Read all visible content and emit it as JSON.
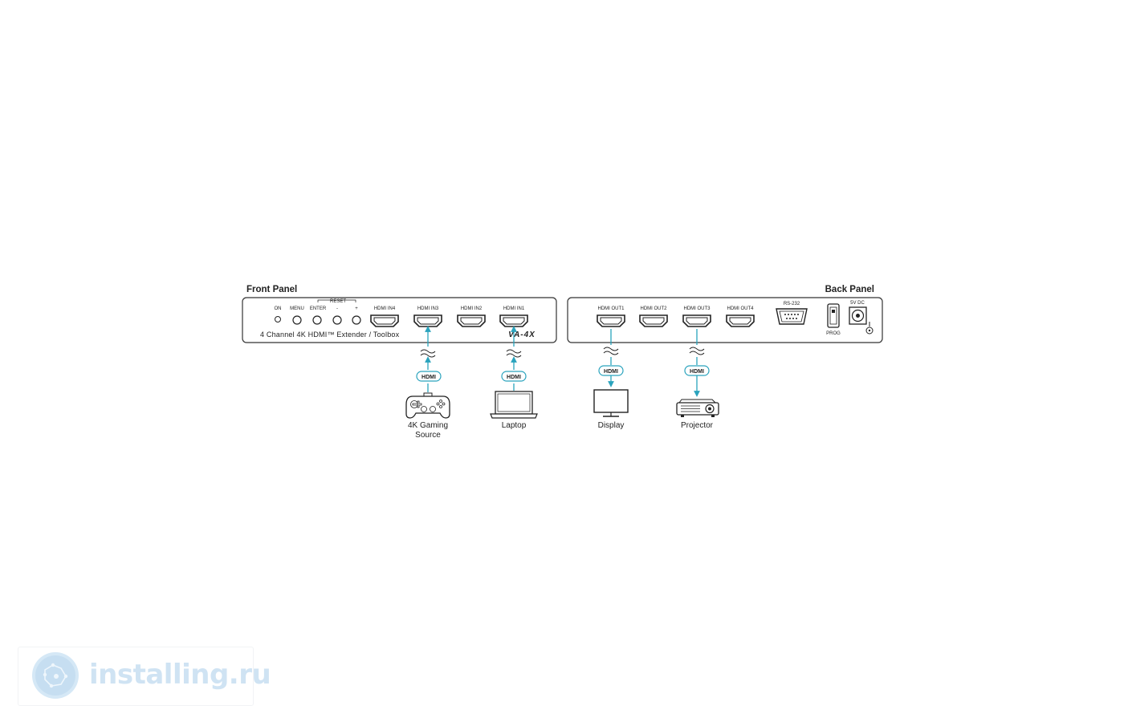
{
  "front_panel": {
    "title": "Front Panel",
    "labels": {
      "on": "ON",
      "menu": "MENU",
      "enter": "ENTER",
      "reset": "RESET",
      "minus": "-",
      "plus": "+"
    },
    "ports": [
      "HDMI IN4",
      "HDMI IN3",
      "HDMI IN2",
      "HDMI IN1"
    ],
    "tagline": "4 Channel 4K HDMI™ Extender / Toolbox",
    "model": "VA-4X"
  },
  "back_panel": {
    "title": "Back Panel",
    "ports": [
      "HDMI OUT1",
      "HDMI OUT2",
      "HDMI OUT3",
      "HDMI OUT4"
    ],
    "rs232": "RS-232",
    "prog": "PROG",
    "power": "5V DC"
  },
  "connections": {
    "badge": "HDMI",
    "gaming_source_line1": "4K Gaming",
    "gaming_source_line2": "Source",
    "laptop": "Laptop",
    "display": "Display",
    "projector": "Projector"
  },
  "colors": {
    "cable": "#2aa3bd",
    "outline": "#333333"
  },
  "watermark": {
    "text": "installing.ru"
  }
}
